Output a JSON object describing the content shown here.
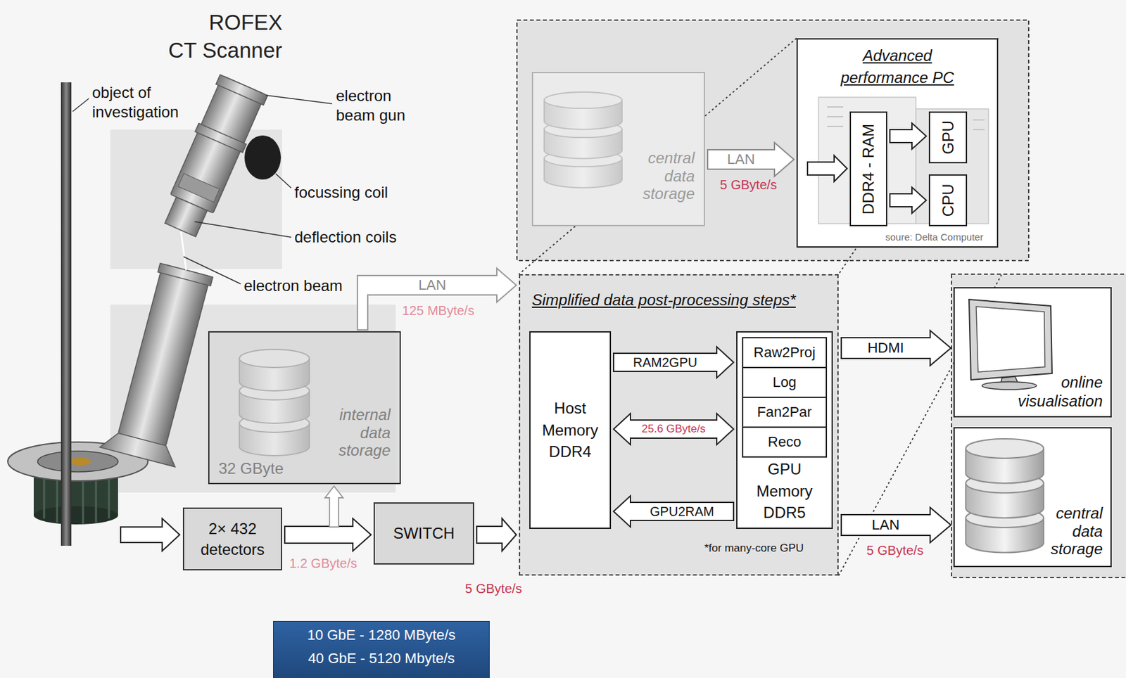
{
  "diagram": {
    "title": "ROFEX CT Scanner",
    "nodes": [
      {
        "text": [
          "central data storage"
        ]
      },
      {
        "text": [
          "Advanced performance PC"
        ]
      },
      {
        "text": [
          "DDR4 - RAM"
        ],
        "in": 1
      },
      {
        "text": [
          "GPU"
        ],
        "in": 1
      },
      {
        "text": [
          "CPU"
        ],
        "in": 1
      },
      {
        "text": [
          "Simplified data post-processing steps*",
          "*for many-core GPU"
        ]
      },
      {
        "text": [
          "Host Memory DDR4"
        ],
        "in": 5
      },
      {
        "text": [
          "GPU Memory DDR5"
        ],
        "in": 5
      },
      {
        "text": [
          "Raw2Proj"
        ],
        "in": 7
      },
      {
        "text": [
          "Log"
        ],
        "in": 7
      },
      {
        "text": [
          "Fan2Par"
        ],
        "in": 7
      },
      {
        "text": [
          "Reco"
        ],
        "in": 7
      },
      {
        "text": [
          "online visualisation"
        ]
      },
      {
        "text": [
          "central data storage"
        ]
      },
      {
        "text": [
          "32 GByte",
          "internal data storage"
        ]
      },
      {
        "text": [
          "2× 432 detectors"
        ]
      },
      {
        "text": [
          "SWITCH"
        ]
      },
      {
        "text": [
          "10 GbE - 1280 MByte/s",
          "40 GbE - 5120 Mbyte/s"
        ]
      }
    ],
    "edges": [
      {
        "from": 15,
        "to": 16,
        "arrow": "to"
      },
      {
        "from": 15,
        "to": 14,
        "arrow": "to"
      },
      {
        "from": 14,
        "to": 5,
        "label": "LAN",
        "arrow": "to"
      },
      {
        "from": 16,
        "to": 5,
        "arrow": "to"
      },
      {
        "from": 0,
        "to": 1,
        "label": "LAN",
        "arrow": "to"
      },
      {
        "from": 2,
        "to": 3,
        "arrow": "to"
      },
      {
        "from": 2,
        "to": 4,
        "arrow": "to"
      },
      {
        "from": 6,
        "to": 7,
        "label": "RAM2GPU",
        "arrow": "to"
      },
      {
        "from": 6,
        "to": 7,
        "label": "25.6 GByte/s",
        "arrow": "both"
      },
      {
        "from": 7,
        "to": 6,
        "label": "GPU2RAM",
        "arrow": "to"
      },
      {
        "from": 5,
        "to": 12,
        "label": "HDMI",
        "arrow": "to"
      },
      {
        "from": 5,
        "to": 13,
        "label": "LAN",
        "arrow": "to"
      }
    ],
    "labels": [
      "object of investigation",
      "electron beam gun",
      "focussing coil",
      "deflection coils",
      "electron beam",
      "125 MByte/s",
      "5 GByte/s",
      "soure: Delta Computer",
      "1.2 GByte/s",
      "5 GByte/s",
      "5 GByte/s"
    ]
  }
}
